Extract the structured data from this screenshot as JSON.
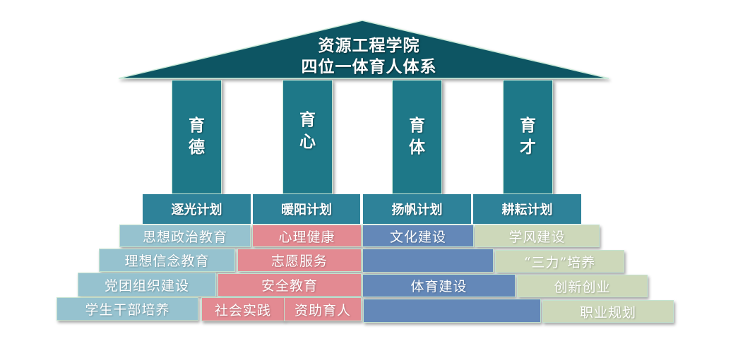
{
  "roof": {
    "title_line1": "资源工程学院",
    "title_line2": "四位一体育人体系",
    "color": "#0d5563"
  },
  "pillars": [
    {
      "char1": "育",
      "char2": "德"
    },
    {
      "char1": "育",
      "char2": "心"
    },
    {
      "char1": "育",
      "char2": "体"
    },
    {
      "char1": "育",
      "char2": "才"
    }
  ],
  "plans": [
    {
      "label": "逐光计划"
    },
    {
      "label": "暖阳计划"
    },
    {
      "label": "扬帆计划"
    },
    {
      "label": "耕耘计划"
    }
  ],
  "colors": {
    "pillar": "#1e7888",
    "plan": "#2e8299",
    "column1": "#96c2cf",
    "column2": "#e38a92",
    "column3": "#6488b8",
    "column4": "#cdd8ba"
  },
  "rows": [
    {
      "col1": "思想政治教育",
      "col2": "心理健康",
      "col3": "文化建设",
      "col4": "学风建设"
    },
    {
      "col1": "理想信念教育",
      "col2": "志愿服务",
      "col3": "",
      "col4": "“三力”培养"
    },
    {
      "col1": "党团组织建设",
      "col2": "安全教育",
      "col3": "体育建设",
      "col4": "创新创业"
    },
    {
      "col1": "学生干部培养",
      "col2a": "社会实践",
      "col2b": "资助育人",
      "col3": "",
      "col4": "职业规划"
    }
  ]
}
